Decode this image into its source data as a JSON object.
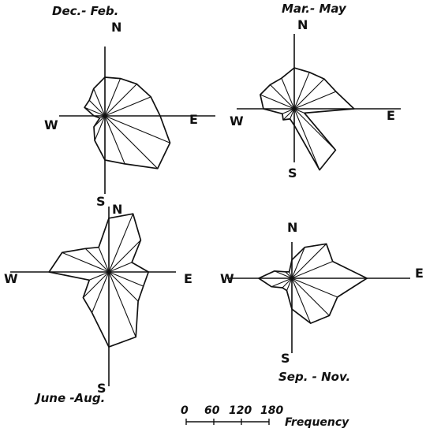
{
  "chart_data": [
    {
      "type": "wind-rose",
      "title": "Dec.- Feb.",
      "compass_labels": {
        "N": "N",
        "E": "E",
        "S": "S",
        "W": "W"
      },
      "directions": [
        "N",
        "NNE",
        "NE",
        "ENE",
        "E",
        "ESE",
        "SE",
        "SSE",
        "S",
        "SSW",
        "SW",
        "WSW",
        "W",
        "WNW",
        "NW",
        "NNW"
      ],
      "values": [
        84,
        88,
        98,
        108,
        120,
        153,
        162,
        113,
        96,
        58,
        34,
        12,
        24,
        48,
        48,
        64
      ]
    },
    {
      "type": "wind-rose",
      "title": "Mar.- May",
      "compass_labels": {
        "N": "N",
        "E": "E",
        "S": "S",
        "W": "W"
      },
      "directions": [
        "N",
        "NNE",
        "NE",
        "ENE",
        "E",
        "ESE",
        "SE",
        "SSE",
        "S",
        "SSW",
        "SW",
        "WSW",
        "W",
        "WNW",
        "NW",
        "NNW"
      ],
      "values": [
        89,
        86,
        92,
        98,
        130,
        24,
        127,
        144,
        36,
        24,
        34,
        28,
        67,
        80,
        74,
        72
      ]
    },
    {
      "type": "wind-rose",
      "title": "June -Aug.",
      "compass_labels": {
        "N": "N",
        "E": "E",
        "S": "S",
        "W": "W"
      },
      "directions": [
        "N",
        "NNE",
        "NE",
        "ENE",
        "E",
        "ESE",
        "SE",
        "SSE",
        "S",
        "SSW",
        "SW",
        "WSW",
        "W",
        "WNW",
        "NW",
        "NNW"
      ],
      "values": [
        117,
        137,
        98,
        54,
        86,
        81,
        90,
        153,
        163,
        96,
        79,
        46,
        130,
        110,
        72,
        58
      ]
    },
    {
      "type": "wind-rose",
      "title": "Sep. - Nov.",
      "compass_labels": {
        "N": "N",
        "E": "E",
        "S": "S",
        "W": "W"
      },
      "directions": [
        "N",
        "NNE",
        "NE",
        "ENE",
        "E",
        "ESE",
        "SE",
        "SSE",
        "S",
        "SSW",
        "SW",
        "WSW",
        "W",
        "WNW",
        "NW",
        "NNW"
      ],
      "values": [
        40,
        73,
        106,
        96,
        163,
        107,
        115,
        106,
        67,
        29,
        29,
        48,
        72,
        41,
        20,
        15
      ]
    }
  ],
  "scale": {
    "ticks": [
      "0",
      "60",
      "120",
      "180"
    ],
    "tick_values": [
      0,
      60,
      120,
      180
    ],
    "label": "Frequency"
  },
  "colors": {
    "ink": "#111111",
    "paper": "#ffffff"
  }
}
